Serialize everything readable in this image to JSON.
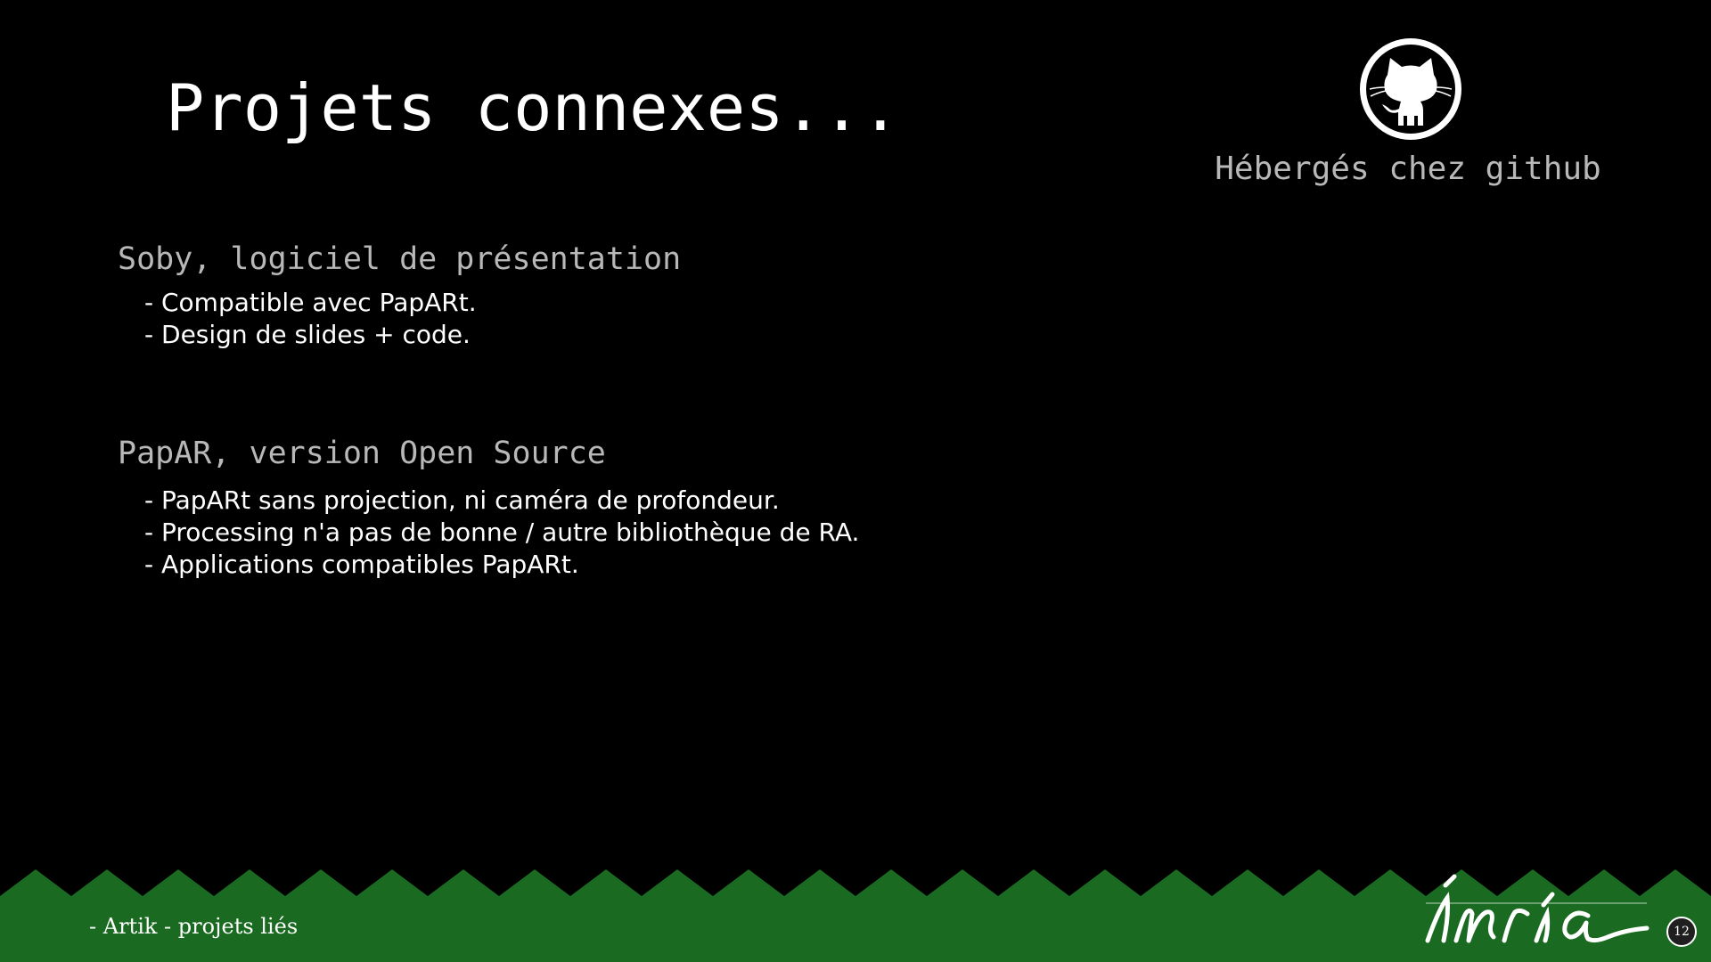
{
  "slide": {
    "title": "Projets connexes...",
    "github": {
      "icon": "github-octocat-icon",
      "caption": "Hébergés chez github"
    },
    "sections": [
      {
        "heading": "Soby, logiciel de présentation",
        "bullets": [
          "- Compatible avec PapARt.",
          "- Design de slides + code."
        ]
      },
      {
        "heading": "PapAR, version Open Source",
        "bullets": [
          "- PapARt sans projection, ni caméra de profondeur.",
          "- Processing n'a pas de bonne / autre bibliothèque de RA.",
          "- Applications compatibles PapARt."
        ]
      }
    ],
    "footer": {
      "text": "- Artik - projets liés",
      "logo": "inria",
      "page_number": "12"
    }
  },
  "colors": {
    "background": "#000000",
    "title": "#ffffff",
    "heading": "#b8b8b8",
    "body": "#ffffff",
    "footer_green": "#1a6b21"
  }
}
